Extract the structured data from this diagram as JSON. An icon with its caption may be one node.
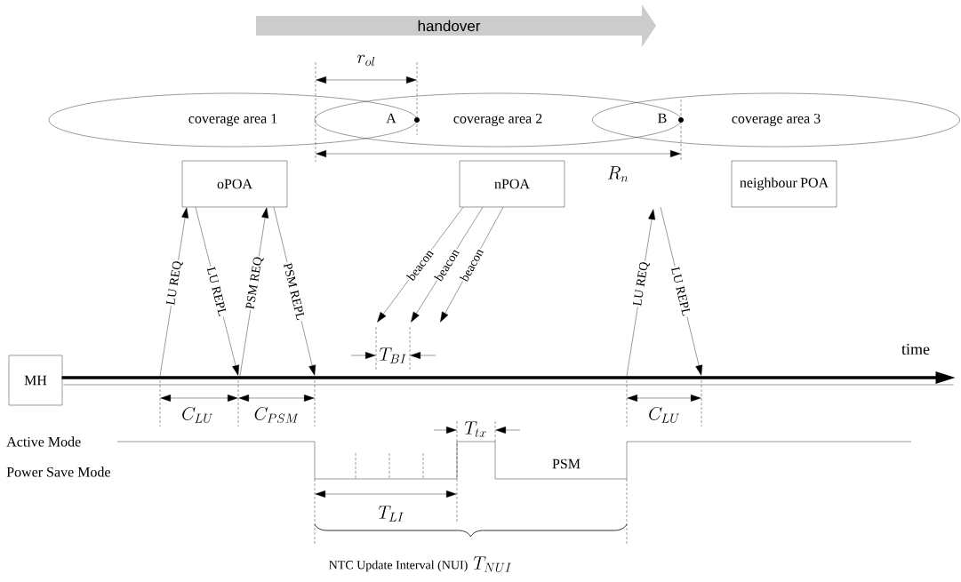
{
  "diagram": {
    "nodes": [
      {
        "text": [
          "handover"
        ]
      },
      {
        "text": [
          "coverage area 1"
        ]
      },
      {
        "text": [
          "coverage area 2"
        ]
      },
      {
        "text": [
          "coverage area 3"
        ]
      },
      {
        "text": [
          "oPOA"
        ]
      },
      {
        "text": [
          "nPOA"
        ]
      },
      {
        "text": [
          "neighbour POA"
        ]
      },
      {
        "text": [
          "MH"
        ]
      },
      {
        "text": [
          "time"
        ]
      }
    ],
    "edges": [
      {
        "from": 8,
        "to": 4,
        "arrow": "to",
        "label": "LU REQ"
      },
      {
        "from": 4,
        "to": 8,
        "arrow": "to",
        "label": "LU REPL"
      },
      {
        "from": 8,
        "to": 4,
        "arrow": "to",
        "label": "PSM REQ"
      },
      {
        "from": 4,
        "to": 8,
        "arrow": "to",
        "label": "PSM REPL"
      },
      {
        "from": 5,
        "to": null,
        "arrow": "to",
        "label": "beacon"
      },
      {
        "from": 5,
        "to": null,
        "arrow": "to",
        "label": "beacon"
      },
      {
        "from": 5,
        "to": null,
        "arrow": "to",
        "label": "beacon"
      },
      {
        "from": 8,
        "to": null,
        "arrow": "to",
        "label": "LU REQ"
      },
      {
        "from": null,
        "to": 8,
        "arrow": "to",
        "label": "LU REPL"
      }
    ],
    "labels": [
      "r_{ol}",
      "A",
      "B",
      "R_n",
      "T_{BI}",
      "C_{LU}",
      "C_{PSM}",
      "C_{LU}",
      "Active Mode",
      "Power Save Mode",
      "T_{tx}",
      "PSM",
      "T_{LI}",
      "NTC Update Interval (NUI)",
      "T_{NUI}"
    ]
  }
}
